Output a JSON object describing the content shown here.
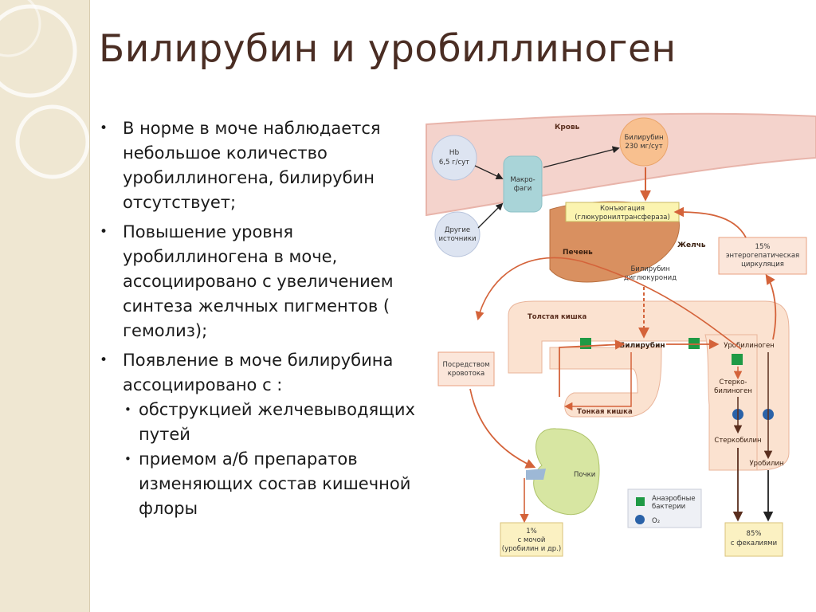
{
  "slide": {
    "title": "Билирубин и уробиллиноген",
    "bullets": [
      {
        "text": "В норме в моче наблюдается небольшое количество уробиллиногена, билирубин отсутствует;"
      },
      {
        "text": "Повышение уровня уробиллиногена в моче, ассоциировано с увеличением  синтеза желчных пигментов ( гемолиз);"
      },
      {
        "text": "Появление в моче билирубина ассоциировано с :",
        "sub": [
          "обструкцией желчевыводящих путей",
          "приемом а/б препаратов изменяющих состав кишечной флоры"
        ]
      }
    ]
  },
  "diagram": {
    "blood": "Кровь",
    "hb_1": "Hb",
    "hb_2": "6,5 г/сут",
    "other_1": "Другие",
    "other_2": "источники",
    "macro_1": "Макро-",
    "macro_2": "фаги",
    "bili_top_1": "Билирубин",
    "bili_top_2": "230 мг/сут",
    "conj_1": "Конъюгация",
    "conj_2": "(глюкуронилтрансфераза)",
    "liver": "Печень",
    "bile": "Желчь",
    "bdg_1": "Билирубин",
    "bdg_2": "диглюкуронид",
    "eh_1": "15%",
    "eh_2": "энтерогепатическая",
    "eh_3": "циркуляция",
    "colon": "Толстая кишка",
    "bili_mid": "Билирубин",
    "urobilinogen": "Уробилиноген",
    "blood_route_1": "Посредством",
    "blood_route_2": "кровотока",
    "stercobilinogen_1": "Стерко-",
    "stercobilinogen_2": "билиноген",
    "small_intestine": "Тонкая кишка",
    "stercobilin": "Стеркобилин",
    "urobilin": "Уробилин",
    "kidney": "Почки",
    "urine_1": "1%",
    "urine_2": "с мочой",
    "urine_3": "(уробилин и др.)",
    "feces_1": "85%",
    "feces_2": "с фекалиями",
    "legend_bacteria_1": "Анаэробные",
    "legend_bacteria_2": "бактерии",
    "legend_o2": "O₂"
  },
  "colors": {
    "title": "#4a2d23",
    "arrow": "#d4633a",
    "box_fill": "#fbe6da",
    "bacteria": "#1f9a45",
    "o2": "#2a62a8"
  }
}
